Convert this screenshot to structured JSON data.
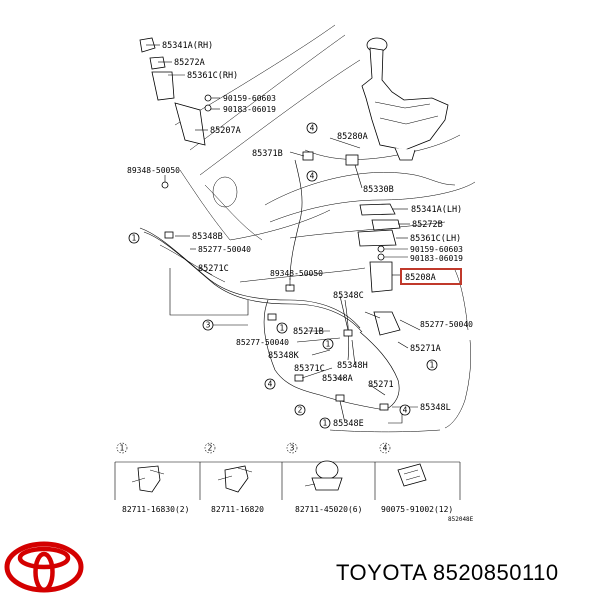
{
  "labels": {
    "p85341A_RH": "85341A(RH)",
    "p85272A_top": "85272A",
    "p85361C_RH": "85361C(RH)",
    "p90159_top": "90159-60603",
    "p90183_top": "90183-06019",
    "p85207A": "85207A",
    "p85280A": "85280A",
    "p85371B": "85371B",
    "p89348_left": "89348-50050",
    "p85330B": "85330B",
    "p85341A_LH": "85341A(LH)",
    "p85272B": "85272B",
    "p85361C_LH": "85361C(LH)",
    "p90159_right": "90159-60603",
    "p90183_right": "90183-06019",
    "p85208A": "85208A",
    "p85348B_top": "85348B",
    "p85277_left": "85277-50040",
    "p85271C_top": "85271C",
    "p89348_mid": "89348-50050",
    "p85348C": "85348C",
    "p85271B": "85271B",
    "p85277_right": "85277-50040",
    "p85277_bottom": "85277-50040",
    "p85348K": "85348K",
    "p85271A": "85271A",
    "p85348H": "85348H",
    "p85371C": "85371C",
    "p85348A": "85348A",
    "p85271": "85271",
    "p85348L": "85348L",
    "p85348E": "85348E",
    "drawing_code": "852048E"
  },
  "legend": [
    {
      "num": "1",
      "part": "82711-16830(2)"
    },
    {
      "num": "2",
      "part": "82711-16820"
    },
    {
      "num": "3",
      "part": "82711-45020(6)"
    },
    {
      "num": "4",
      "part": "90075-91002(12)"
    }
  ],
  "callouts": [
    "1",
    "2",
    "3",
    "4"
  ],
  "highlight_color": "#c0392b",
  "logo": {
    "name": "toyota-emblem-icon",
    "color": "#d40000"
  },
  "brand": "TOYOTA",
  "part_number": "8520850110"
}
